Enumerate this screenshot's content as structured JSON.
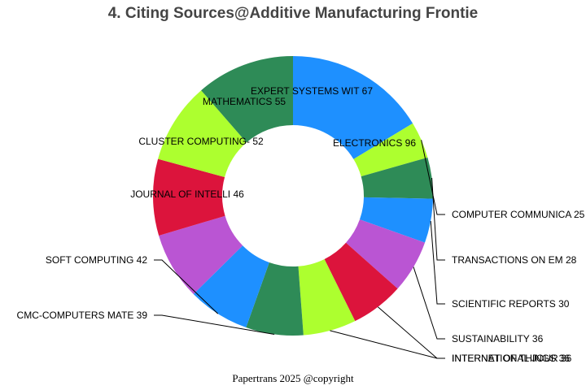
{
  "chart_data": {
    "type": "pie",
    "donut": true,
    "title": "4. Citing Sources@Additive Manufacturing Frontie",
    "slices": [
      {
        "label": "ELECTRONICS",
        "value": 96,
        "color": "#1e90ff"
      },
      {
        "label": "COMPUTER COMMUNICA",
        "value": 25,
        "color": "#adff2f"
      },
      {
        "label": "TRANSACTIONS ON EM",
        "value": 28,
        "color": "#2e8b57"
      },
      {
        "label": "SCIENTIFIC REPORTS",
        "value": 30,
        "color": "#1e90ff"
      },
      {
        "label": "SUSTAINABILITY",
        "value": 36,
        "color": "#ba55d3"
      },
      {
        "label": "INTERNET OF THINGS",
        "value": 36,
        "color": "#dc143c"
      },
      {
        "label": "INTERNATIONAL JOUR",
        "value": 36,
        "color": "#adff2f"
      },
      {
        "label": "CMC-COMPUTERS MATE",
        "value": 39,
        "color": "#2e8b57"
      },
      {
        "label": "SOFT COMPUTING",
        "value": 42,
        "color": "#1e90ff"
      },
      {
        "label": "JOURNAL OF INTELLI",
        "value": 46,
        "color": "#ba55d3"
      },
      {
        "label": "CLUSTER COMPUTING-",
        "value": 52,
        "color": "#dc143c"
      },
      {
        "label": "MATHEMATICS",
        "value": 55,
        "color": "#adff2f"
      },
      {
        "label": "EXPERT SYSTEMS WIT",
        "value": 67,
        "color": "#2e8b57"
      }
    ]
  },
  "footer": "Papertrans 2025 @copyright"
}
